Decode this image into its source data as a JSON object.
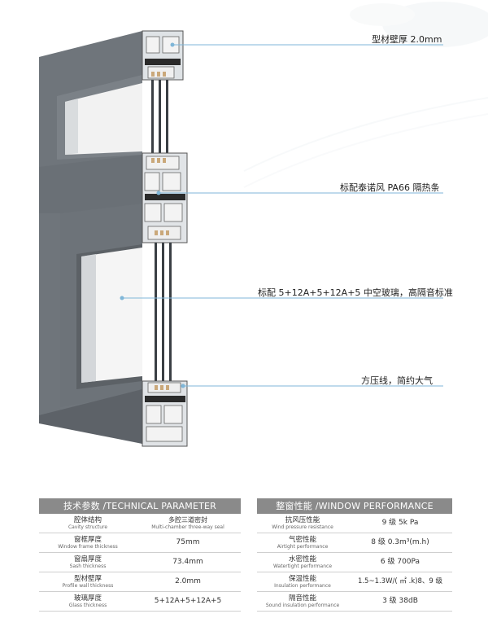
{
  "callouts": [
    {
      "text": "型材壁厚 2.0mm"
    },
    {
      "text": "标配泰诺风 PA66 隔热条"
    },
    {
      "text": "标配 5+12A+5+12A+5 中空玻璃，高隔音标准"
    },
    {
      "text": "方压线，简约大气"
    }
  ],
  "technical": {
    "header": "技术参数 /TECHNICAL PARAMETER",
    "rows": [
      {
        "label_zh": "腔体结构",
        "label_en": "Cavity structure",
        "value_zh": "多腔三道密封",
        "value_en": "Multi-chamber three-way seal"
      },
      {
        "label_zh": "窗框厚度",
        "label_en": "Window frame thickness",
        "value": "75mm"
      },
      {
        "label_zh": "窗扇厚度",
        "label_en": "Sash thickness",
        "value": "73.4mm"
      },
      {
        "label_zh": "型材壁厚",
        "label_en": "Profile wall thickness",
        "value": "2.0mm"
      },
      {
        "label_zh": "玻璃厚度",
        "label_en": "Glass thickness",
        "value": "5+12A+5+12A+5"
      }
    ]
  },
  "performance": {
    "header": "整窗性能 /WINDOW PERFORMANCE",
    "rows": [
      {
        "label_zh": "抗风压性能",
        "label_en": "Wind pressure resistance",
        "value": "9 级 5k Pa"
      },
      {
        "label_zh": "气密性能",
        "label_en": "Airtight performance",
        "value": "8 级 0.3m³(m.h)"
      },
      {
        "label_zh": "水密性能",
        "label_en": "Watertight performance",
        "value": "6 级 700Pa"
      },
      {
        "label_zh": "保温性能",
        "label_en": "Insulation performance",
        "value": "1.5~1.3W/( ㎡ .k)8、9 级"
      },
      {
        "label_zh": "隔音性能",
        "label_en": "Sound insulation performance",
        "value": "3 级 38dB"
      }
    ]
  },
  "colors": {
    "frame_face": "#6f757b",
    "frame_dark": "#4f5358",
    "accent_line": "#7fb6d8",
    "header_bg": "#8a8a8a"
  }
}
